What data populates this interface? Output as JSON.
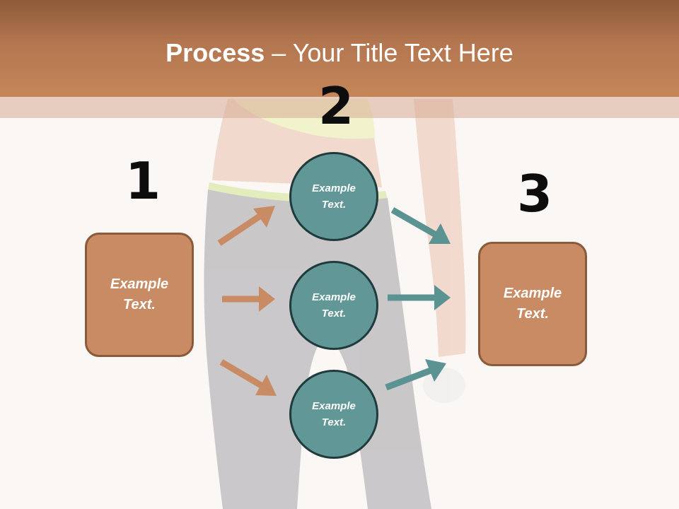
{
  "title": {
    "bold": "Process",
    "rest": " – Your Title Text Here"
  },
  "steps": [
    "1",
    "2",
    "3"
  ],
  "left_box": {
    "text": "Example\nText."
  },
  "right_box": {
    "text": "Example\nText."
  },
  "circles": [
    {
      "text": "Example\nText."
    },
    {
      "text": "Example\nText."
    },
    {
      "text": "Example\nText."
    }
  ],
  "colors": {
    "header": "#b47650",
    "box_fill": "#c98b64",
    "circle_fill": "#619797",
    "arrow_left": "#c98b64",
    "arrow_right": "#5b9393"
  }
}
